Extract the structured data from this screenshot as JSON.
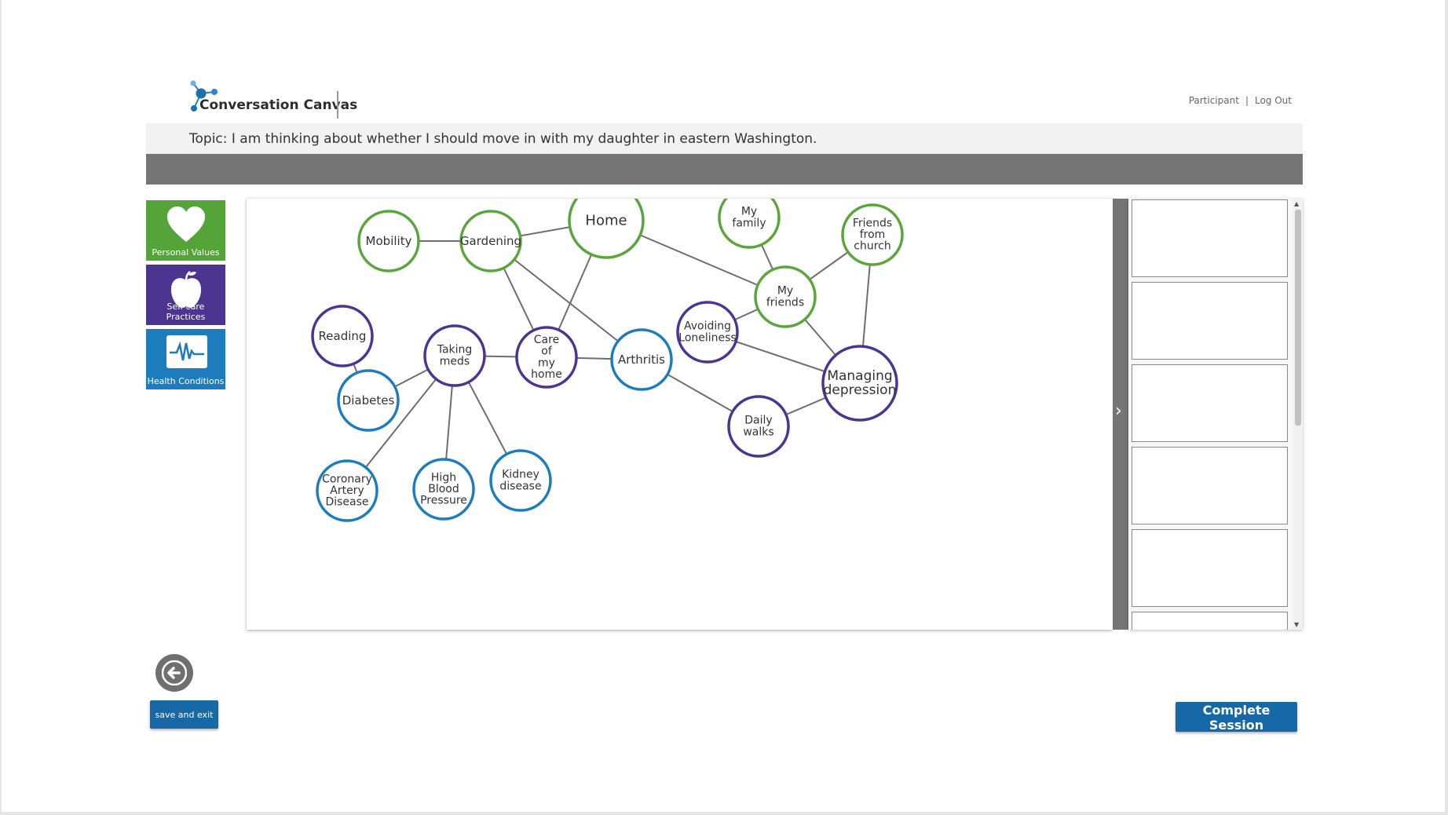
{
  "header": {
    "app_name": "Conversation Canvas",
    "links": {
      "participant": "Participant",
      "separator": "|",
      "logout": "Log Out"
    },
    "topic": "Topic: I am thinking about whether I should move in with my daughter in eastern Washington."
  },
  "categories": [
    {
      "id": "values",
      "label": "Personal Values",
      "icon": "heart-icon",
      "color": "#54a43a"
    },
    {
      "id": "selfcare",
      "label": "Self-care Practices",
      "icon": "apple-icon",
      "color": "#4b3590"
    },
    {
      "id": "health",
      "label": "Health Conditions",
      "icon": "heartbeat-monitor-icon",
      "color": "#1d7dbc"
    }
  ],
  "colors": {
    "values": "#5ba63c",
    "selfcare": "#4b3590",
    "health": "#1d7dbc",
    "edge": "#6e6e6e"
  },
  "graph": {
    "nodes": [
      {
        "id": "mobility",
        "lines": [
          "Mobility"
        ],
        "cat": "values"
      },
      {
        "id": "gardening",
        "lines": [
          "Gardening"
        ],
        "cat": "values"
      },
      {
        "id": "home",
        "lines": [
          "Home"
        ],
        "cat": "values"
      },
      {
        "id": "my_family",
        "lines": [
          "My",
          "family"
        ],
        "cat": "values"
      },
      {
        "id": "friends_church",
        "lines": [
          "Friends",
          "from",
          "church"
        ],
        "cat": "values"
      },
      {
        "id": "my_friends",
        "lines": [
          "My",
          "friends"
        ],
        "cat": "values"
      },
      {
        "id": "reading",
        "lines": [
          "Reading"
        ],
        "cat": "selfcare"
      },
      {
        "id": "taking_meds",
        "lines": [
          "Taking",
          "meds"
        ],
        "cat": "selfcare"
      },
      {
        "id": "care_home",
        "lines": [
          "Care",
          "of",
          "my",
          "home"
        ],
        "cat": "selfcare"
      },
      {
        "id": "avoiding_loneliness",
        "lines": [
          "Avoiding",
          "Loneliness"
        ],
        "cat": "selfcare"
      },
      {
        "id": "managing_depression",
        "lines": [
          "Managing",
          "depression"
        ],
        "cat": "selfcare"
      },
      {
        "id": "daily_walks",
        "lines": [
          "Daily",
          "walks"
        ],
        "cat": "selfcare"
      },
      {
        "id": "arthritis",
        "lines": [
          "Arthritis"
        ],
        "cat": "health"
      },
      {
        "id": "diabetes",
        "lines": [
          "Diabetes"
        ],
        "cat": "health"
      },
      {
        "id": "cad",
        "lines": [
          "Coronary",
          "Artery",
          "Disease"
        ],
        "cat": "health"
      },
      {
        "id": "hbp",
        "lines": [
          "High",
          "Blood",
          "Pressure"
        ],
        "cat": "health"
      },
      {
        "id": "kidney",
        "lines": [
          "Kidney",
          "disease"
        ],
        "cat": "health"
      }
    ],
    "edges": [
      [
        "mobility",
        "gardening"
      ],
      [
        "gardening",
        "home"
      ],
      [
        "gardening",
        "care_home"
      ],
      [
        "gardening",
        "arthritis"
      ],
      [
        "home",
        "care_home"
      ],
      [
        "home",
        "my_friends"
      ],
      [
        "my_family",
        "my_friends"
      ],
      [
        "friends_church",
        "my_friends"
      ],
      [
        "friends_church",
        "managing_depression"
      ],
      [
        "my_friends",
        "avoiding_loneliness"
      ],
      [
        "my_friends",
        "managing_depression"
      ],
      [
        "avoiding_loneliness",
        "managing_depression"
      ],
      [
        "daily_walks",
        "managing_depression"
      ],
      [
        "arthritis",
        "daily_walks"
      ],
      [
        "care_home",
        "arthritis"
      ],
      [
        "taking_meds",
        "care_home"
      ],
      [
        "reading",
        "diabetes"
      ],
      [
        "taking_meds",
        "diabetes"
      ],
      [
        "taking_meds",
        "cad"
      ],
      [
        "taking_meds",
        "hbp"
      ],
      [
        "taking_meds",
        "kidney"
      ]
    ]
  },
  "side_panel": {
    "slots": 6
  },
  "buttons": {
    "save_exit": "save and exit",
    "complete": "Complete Session",
    "back": "back-arrow-icon",
    "toggle": "›"
  }
}
